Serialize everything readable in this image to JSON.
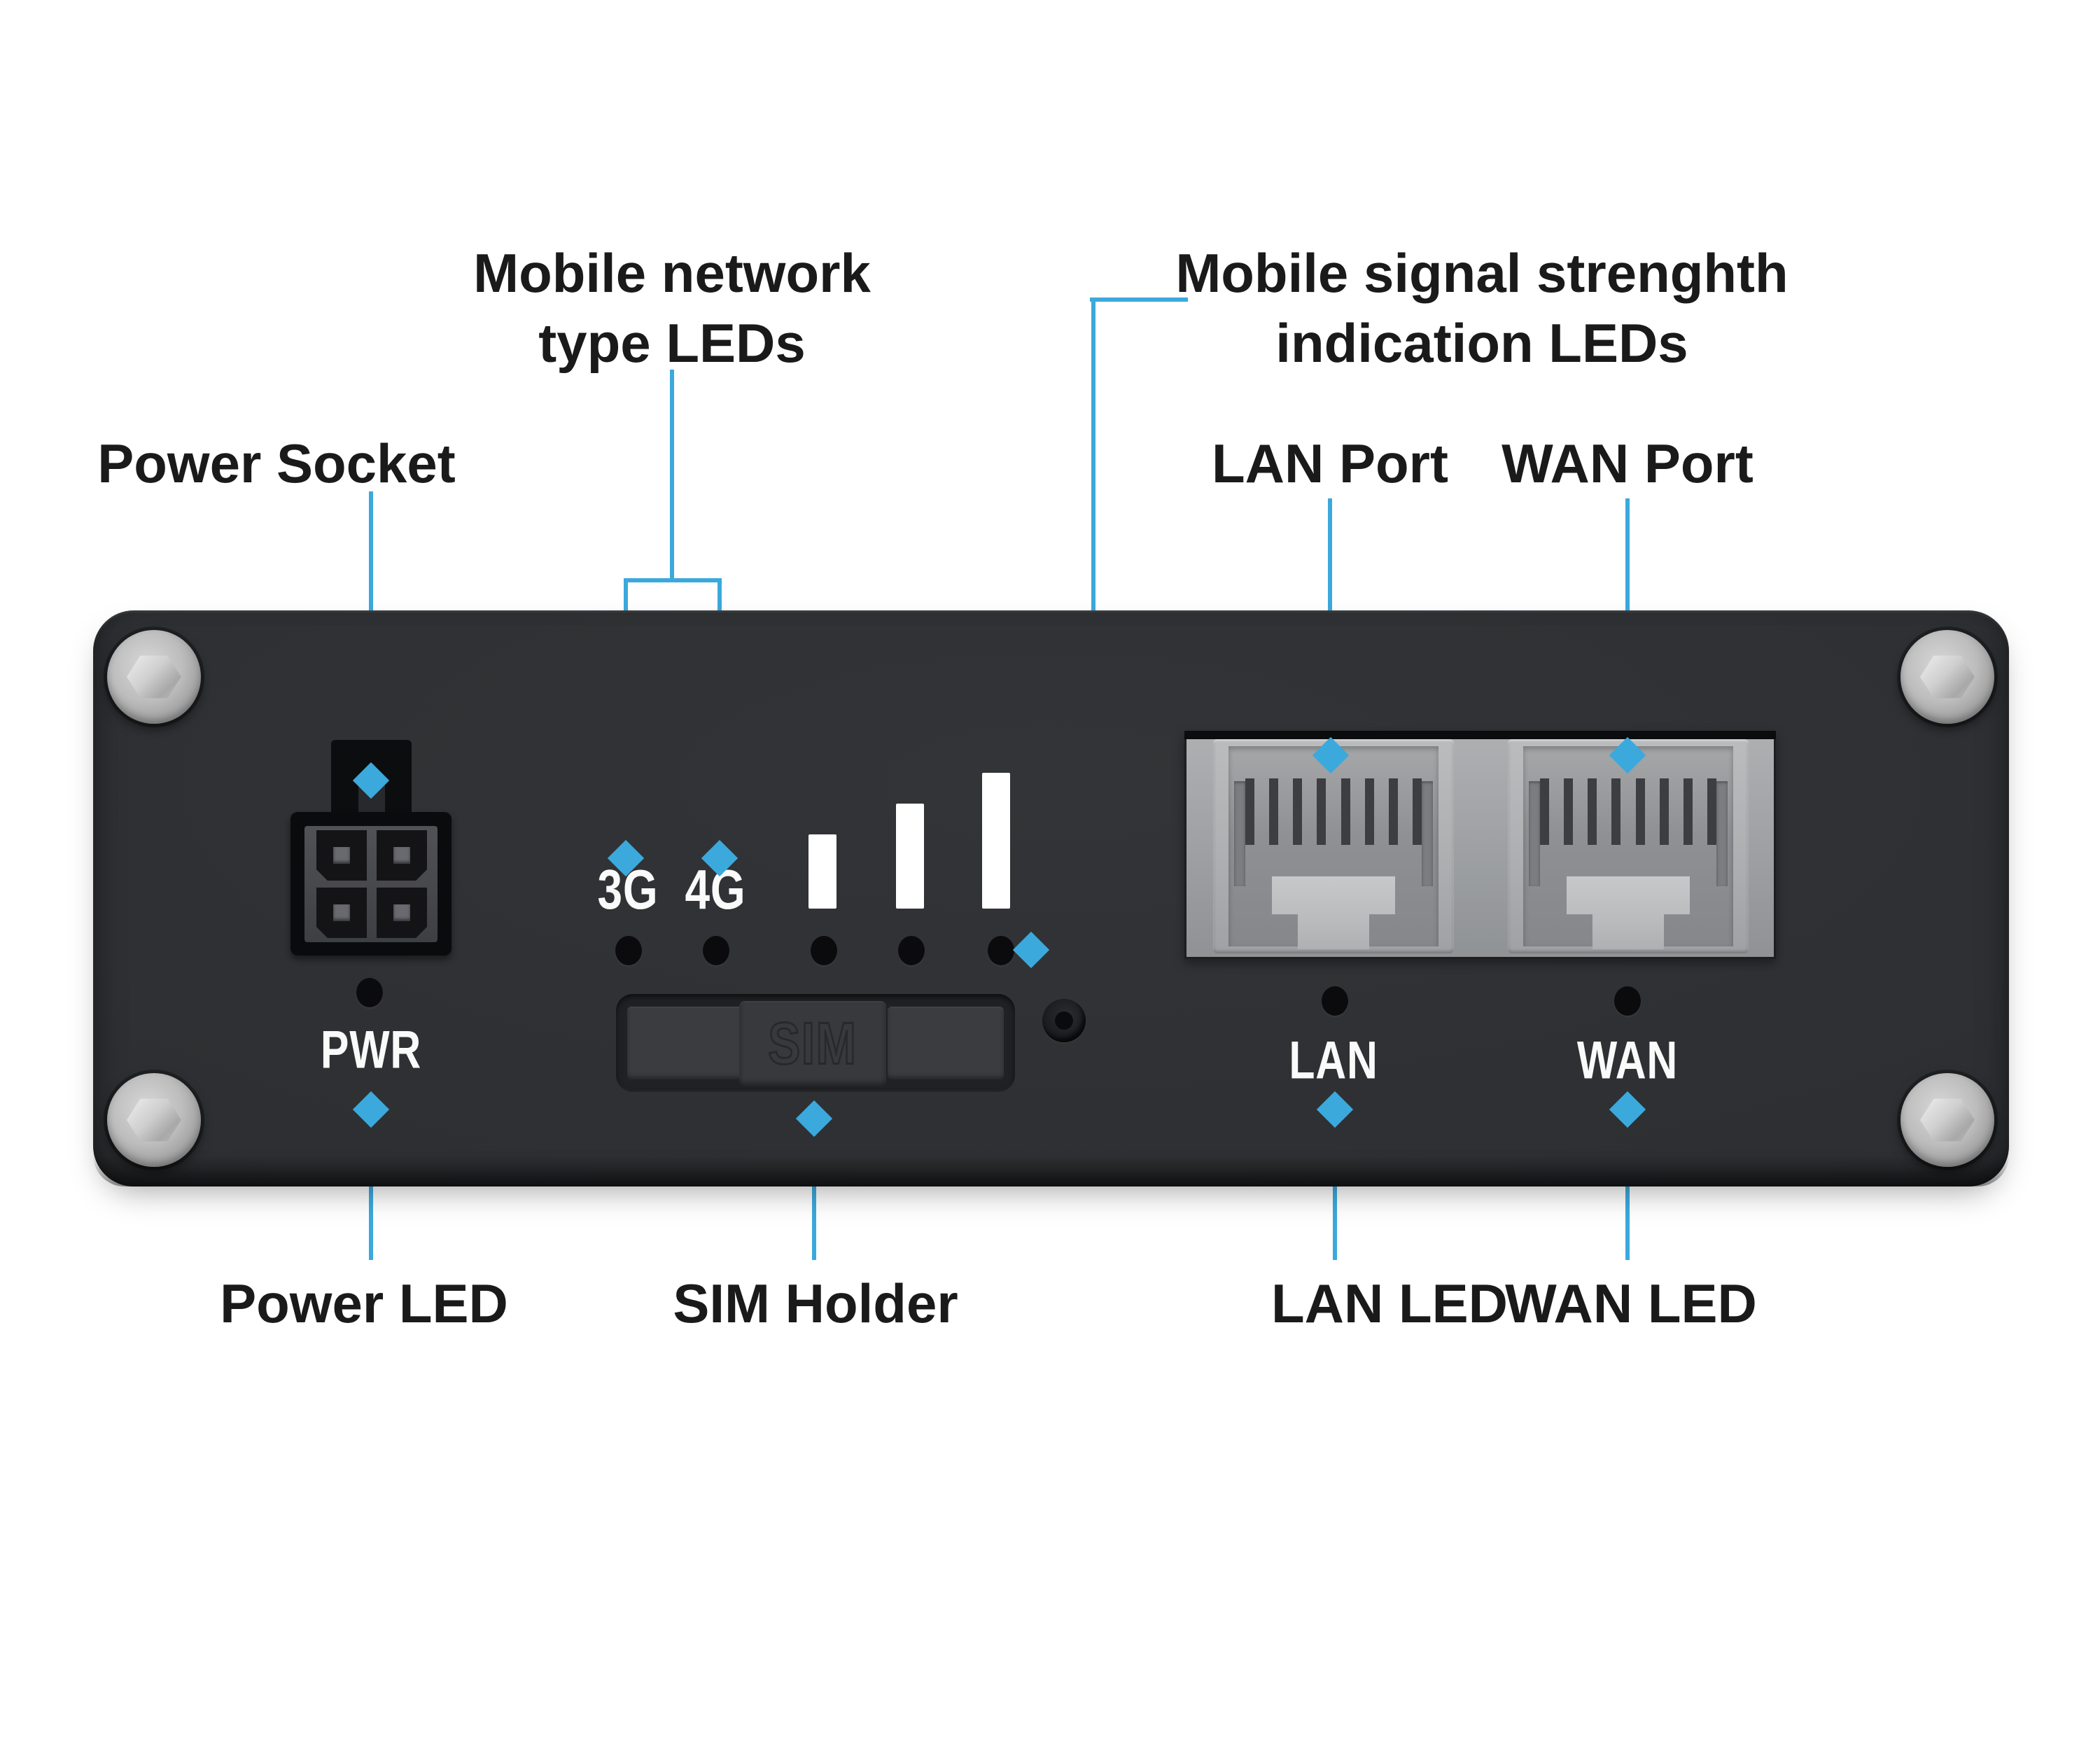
{
  "colors": {
    "accent_blue": "#3BA9DC",
    "panel_charcoal": "#2D2F32",
    "bay_gray": "#A7AAAC",
    "led_off_black": "#0B0B0D",
    "label_text": "#1A1A1A",
    "device_text_white": "#FAFAFA"
  },
  "annotations": {
    "mobile_network": {
      "line1": "Mobile network",
      "line2": "type LEDs"
    },
    "mobile_signal": {
      "line1": "Mobile signal strenghth",
      "line2": "indication LEDs"
    },
    "power_socket": {
      "label": "Power Socket"
    },
    "lan_port": {
      "label": "LAN Port"
    },
    "wan_port": {
      "label": "WAN Port"
    },
    "power_led": {
      "label": "Power LED"
    },
    "sim_holder": {
      "label": "SIM Holder"
    },
    "lan_led": {
      "label": "LAN LED"
    },
    "wan_led": {
      "label": "WAN LED"
    }
  },
  "device": {
    "pwr_label": "PWR",
    "network_type_labels": [
      "3G",
      "4G"
    ],
    "sim_label": "SIM",
    "lan_label": "LAN",
    "wan_label": "WAN",
    "signal_bar_count": 3,
    "status_led_count": 5,
    "screw_count": 4
  }
}
